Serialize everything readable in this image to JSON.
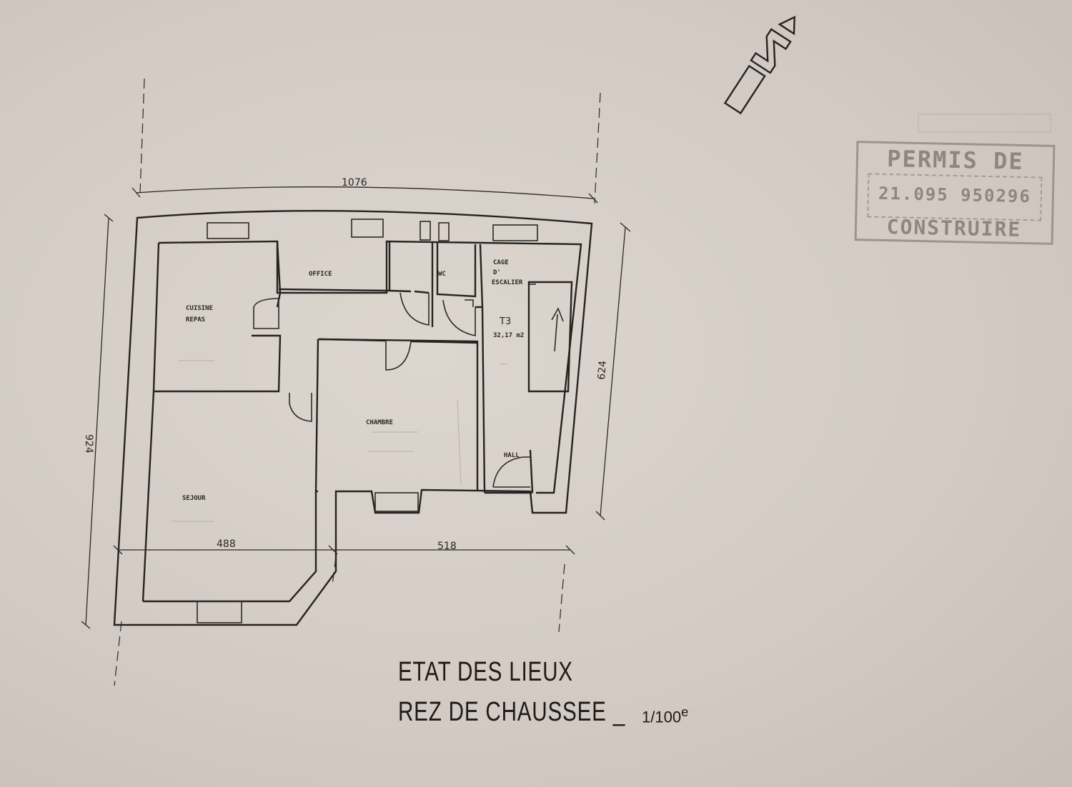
{
  "plan": {
    "rooms": {
      "office": "OFFICE",
      "wc": "WC",
      "cage": [
        "CAGE",
        "D'",
        "ESCALIER"
      ],
      "cuisine": [
        "CUISINE",
        "REPAS"
      ],
      "chambre": "CHAMBRE",
      "sejour": "SEJOUR",
      "hall": "HALL",
      "t3": "T3",
      "t3_area": "32,17 m2"
    },
    "dimensions": {
      "top_width": "1076",
      "left_height": "924",
      "right_height": "624",
      "bottom_left": "488",
      "bottom_right": "518"
    }
  },
  "title": {
    "line1": "ETAT DES LIEUX",
    "line2": "REZ DE CHAUSSEE",
    "scale": "1/100",
    "scale_suffix": "e"
  },
  "stamp": {
    "top": "PERMIS DE",
    "number": "21.095 950296",
    "bottom": "CONSTRUIRE"
  },
  "colors": {
    "paper": "#d4ccc5",
    "ink": "#262322",
    "stamp": "#9d948d"
  }
}
